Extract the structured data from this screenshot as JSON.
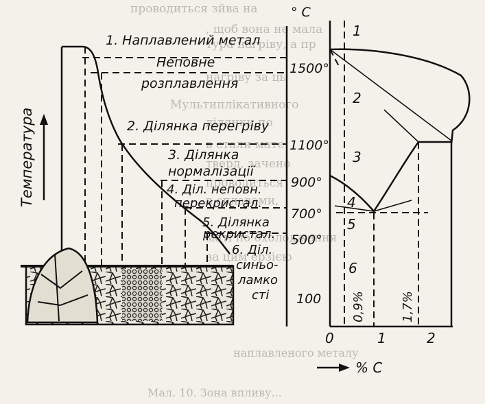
{
  "zone_labels": {
    "z1": "1. Наплавлений метал",
    "z_incomplete_1": "Неповне",
    "z_incomplete_2": "розплавлення",
    "z2": "2. Ділянка перегріву",
    "z3_1": "3. Ділянка",
    "z3_2": "нормалізації",
    "z4_1": "4. Діл. неповн.",
    "z4_2": "перекристал.",
    "z5_1": "5. Ділянка",
    "z5_2": "рекристал.",
    "z6_1": "6. Діл.",
    "z6_2": "синьо-",
    "z6_3": "ламко",
    "z6_4": "сті"
  },
  "axis": {
    "temperature_label": "Температура",
    "deg_unit": "° С",
    "ticks": [
      "1500°",
      "1100°",
      "900°",
      "700°",
      "500°",
      "100"
    ],
    "carbon_ticks": [
      "0",
      "1",
      "2"
    ],
    "carbon_label": "% С",
    "pct_marks": [
      "0,9%",
      "1,7%"
    ]
  },
  "zone_numbers": [
    "1",
    "2",
    "3",
    "4",
    "5",
    "6"
  ],
  "background_text": [
    "проводиться   зйва  на",
    "  , щоб вона не мала",
    "тура нагріву, а пр",
    "  нагріву за ць",
    "Мультиплікативного",
    "    ділянки по",
    "  в стали  мате",
    "  тверд, зачено",
    "  проводиться",
    "  в сплавами,",
    "  маті по охолодження",
    "  за цим ерзією",
    "наплавленого металу",
    "Мал. 10. Зона впливу..."
  ]
}
